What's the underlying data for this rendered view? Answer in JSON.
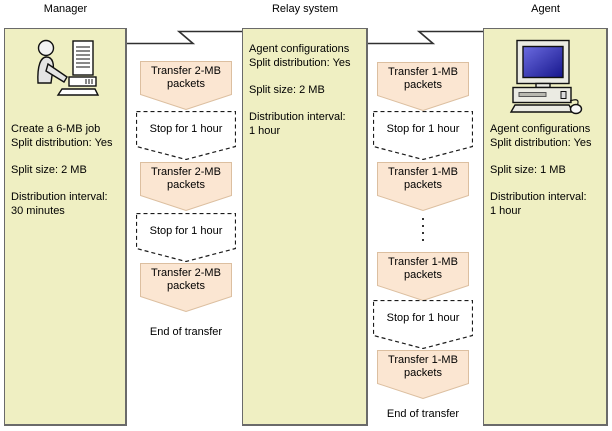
{
  "colors": {
    "node_fill": "#EFEFC2",
    "node_border": "#6A6A6A",
    "transfer_fill": "#FBE6D2",
    "transfer_border": "#DCBFA0",
    "stop_border": "#1A1A1A",
    "stop_fill": "#FFFFFF",
    "connector_line": "#303030",
    "agent_screen_blue": "#2323A8"
  },
  "nodes": {
    "manager": {
      "title": "Manager",
      "icon": "operator-at-computer",
      "lines": [
        "Create a 6-MB job",
        "Split distribution: Yes",
        "Split size: 2 MB",
        "Distribution interval:",
        "30 minutes"
      ]
    },
    "relay": {
      "title": "Relay system",
      "lines": [
        "Agent configurations",
        "Split distribution: Yes",
        "Split size: 2 MB",
        "Distribution interval:",
        "1 hour"
      ]
    },
    "agent": {
      "title": "Agent",
      "icon": "desktop-computer",
      "lines": [
        "Agent configurations",
        "Split distribution: Yes",
        "Split size: 1 MB",
        "Distribution interval:",
        "1 hour"
      ]
    }
  },
  "flows": {
    "left": {
      "steps": [
        {
          "type": "transfer",
          "label": "Transfer 2-MB packets"
        },
        {
          "type": "stop",
          "label": "Stop for 1 hour"
        },
        {
          "type": "transfer",
          "label": "Transfer 2-MB packets"
        },
        {
          "type": "stop",
          "label": "Stop for 1 hour"
        },
        {
          "type": "transfer",
          "label": "Transfer 2-MB packets"
        }
      ],
      "end_label": "End of transfer"
    },
    "right": {
      "steps": [
        {
          "type": "transfer",
          "label": "Transfer 1-MB packets"
        },
        {
          "type": "stop",
          "label": "Stop for 1 hour"
        },
        {
          "type": "transfer",
          "label": "Transfer 1-MB packets"
        },
        {
          "type": "continuation",
          "label": ""
        },
        {
          "type": "transfer",
          "label": "Transfer 1-MB packets"
        },
        {
          "type": "stop",
          "label": "Stop for 1 hour"
        },
        {
          "type": "transfer",
          "label": "Transfer 1-MB packets"
        }
      ],
      "end_label": "End of transfer"
    }
  },
  "icons": {
    "manager_node": "operator-at-computer-icon",
    "agent_node": "desktop-computer-icon",
    "link_break": "network-link-zigzag-icon",
    "continuation": "vertical-dots"
  }
}
